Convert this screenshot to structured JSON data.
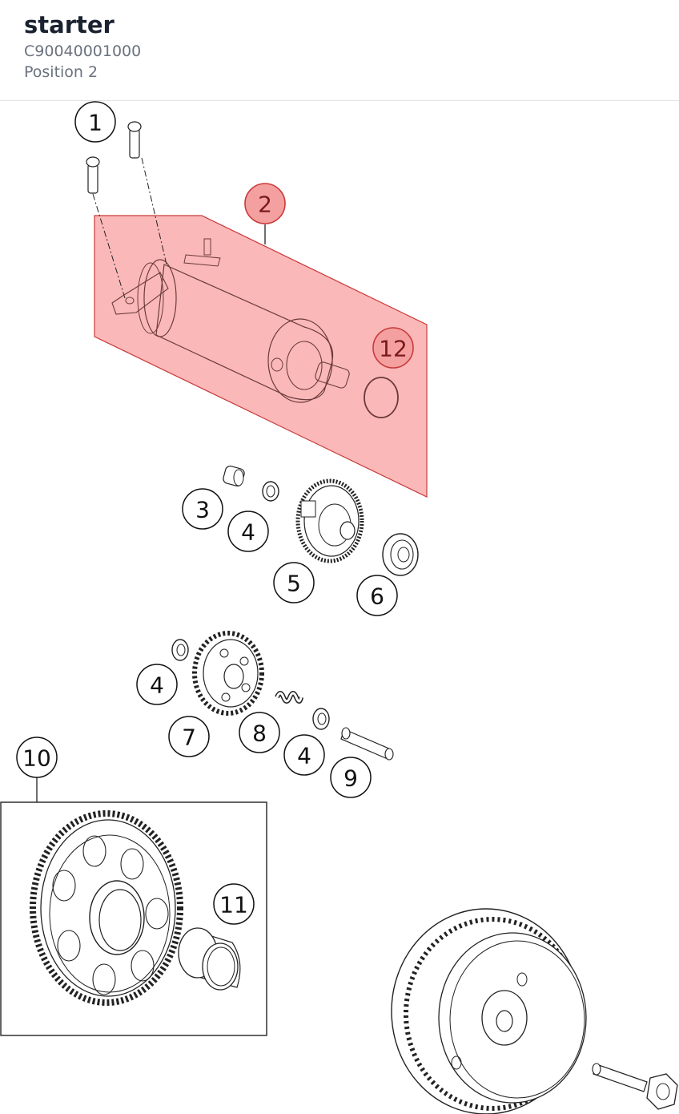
{
  "header": {
    "title": "starter",
    "part_number": "C90040001000",
    "position": "Position 2"
  },
  "callouts": [
    {
      "id": "c1",
      "label": "1"
    },
    {
      "id": "c2",
      "label": "2",
      "highlighted": true
    },
    {
      "id": "c12",
      "label": "12",
      "highlighted": true
    },
    {
      "id": "c3",
      "label": "3"
    },
    {
      "id": "c4a",
      "label": "4"
    },
    {
      "id": "c5",
      "label": "5"
    },
    {
      "id": "c6",
      "label": "6"
    },
    {
      "id": "c4b",
      "label": "4"
    },
    {
      "id": "c7",
      "label": "7"
    },
    {
      "id": "c8",
      "label": "8"
    },
    {
      "id": "c4c",
      "label": "4"
    },
    {
      "id": "c9",
      "label": "9"
    },
    {
      "id": "c10",
      "label": "10"
    },
    {
      "id": "c11",
      "label": "11"
    }
  ],
  "colors": {
    "highlight_fill": "#fbb4b4",
    "highlight_stroke": "#c83a3a",
    "callout_highlight_fill": "#f4a0a0",
    "line": "#222222"
  }
}
